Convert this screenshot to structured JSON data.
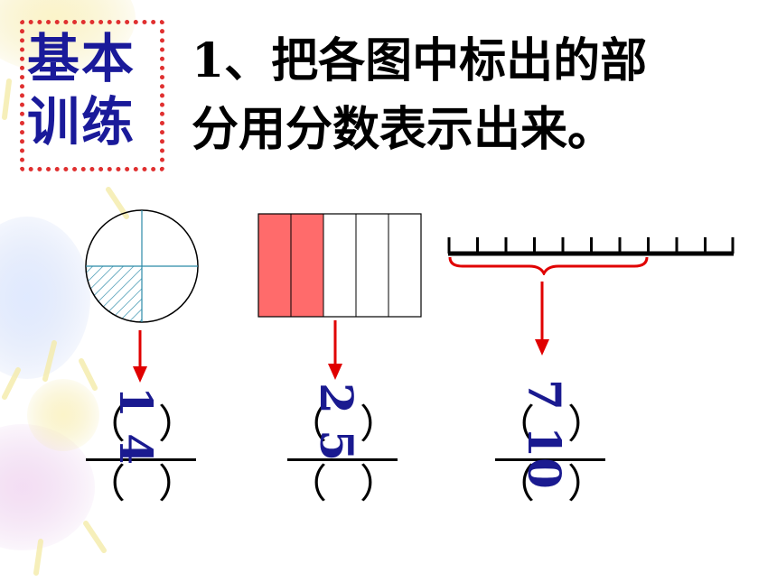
{
  "badge": {
    "line1": "基本",
    "line2": "训练"
  },
  "question": {
    "line1": "1、把各图中标出的部",
    "line2": "分用分数表示出来。"
  },
  "colors": {
    "badge_text": "#1a1a9a",
    "badge_border": "#e03030",
    "answer": "#1a1a90",
    "arrow": "#e00000",
    "rect_fill": "#ff6b6b",
    "circle_lines": "#2a8aa8"
  },
  "figures": [
    {
      "kind": "circle",
      "parts": 4,
      "shaded": 1,
      "answer": "1 4"
    },
    {
      "kind": "rectangle",
      "parts": 5,
      "shaded": 2,
      "answer": "2 5"
    },
    {
      "kind": "ruler",
      "parts": 10,
      "marked": 7,
      "answer": "7 10"
    }
  ],
  "paren": {
    "open": "（",
    "close": "）"
  }
}
